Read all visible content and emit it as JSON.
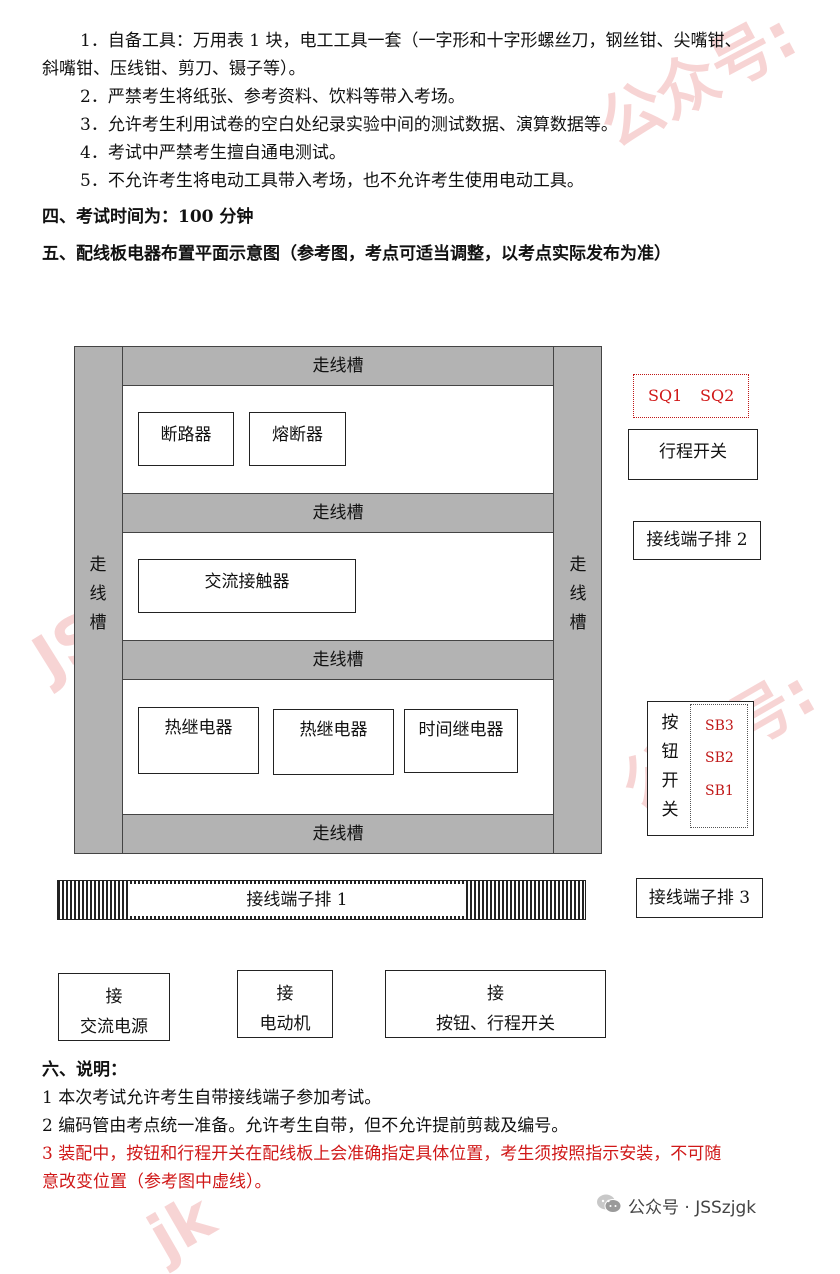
{
  "notes_list": {
    "item1_line1": "1．自备工具：万用表 1 块，电工工具一套（一字形和十字形螺丝刀，钢丝钳、尖嘴钳、",
    "item1_line2": "斜嘴钳、压线钳、剪刀、镊子等）。",
    "item2": "2．严禁考生将纸张、参考资料、饮料等带入考场。",
    "item3": "3．允许考生利用试卷的空白处纪录实验中间的测试数据、演算数据等。",
    "item4": "4．考试中严禁考生擅自通电测试。",
    "item5": "5．不允许考生将电动工具带入考场，也不允许考生使用电动工具。"
  },
  "section4": {
    "heading": "四、考试时间为：100 分钟"
  },
  "section5": {
    "heading": "五、配线板电器布置平面示意图（参考图，考点可适当调整，以考点实际发布为准）"
  },
  "diagram": {
    "trough_label": "走线槽",
    "side_trough_chars": [
      "走",
      "线",
      "槽"
    ],
    "breaker": "断路器",
    "fuse": "熔断器",
    "contactor": "交流接触器",
    "thermal_relay_1": "热继电器",
    "thermal_relay_2": "热继电器",
    "time_relay": "时间继电器",
    "sq1": "SQ1",
    "sq2": "SQ2",
    "travel_switch": "行程开关",
    "terminal_2": "接线端子排 2",
    "button_chars": [
      "按",
      "钮",
      "开",
      "关"
    ],
    "sb3": "SB3",
    "sb2": "SB2",
    "sb1": "SB1",
    "terminal_1": "接线端子排 1",
    "terminal_3": "接线端子排 3",
    "conn_word": "接",
    "ac_power": "交流电源",
    "motor": "电动机",
    "button_switch": "按钮、行程开关"
  },
  "section6": {
    "heading": "六、说明：",
    "item1": "1 本次考试允许考生自带接线端子参加考试。",
    "item2": "2 编码管由考点统一准备。允许考生自带，但不允许提前剪裁及编号。",
    "item3_line1": "3 装配中，按钮和行程开关在配线板上会准确指定具体位置，考生须按照指示安装，不可随",
    "item3_line2": "意改变位置（参考图中虚线）。"
  },
  "footer": {
    "account": "公众号 · JSSzjgk"
  },
  "watermarks": {
    "w1": "公众号:",
    "w2": "JSSzjgk",
    "w3": "公众号:",
    "w4": "jk"
  },
  "colors": {
    "trough_gray": "#b3b3b3",
    "red_text": "#d01818",
    "watermark": "#e67878"
  }
}
